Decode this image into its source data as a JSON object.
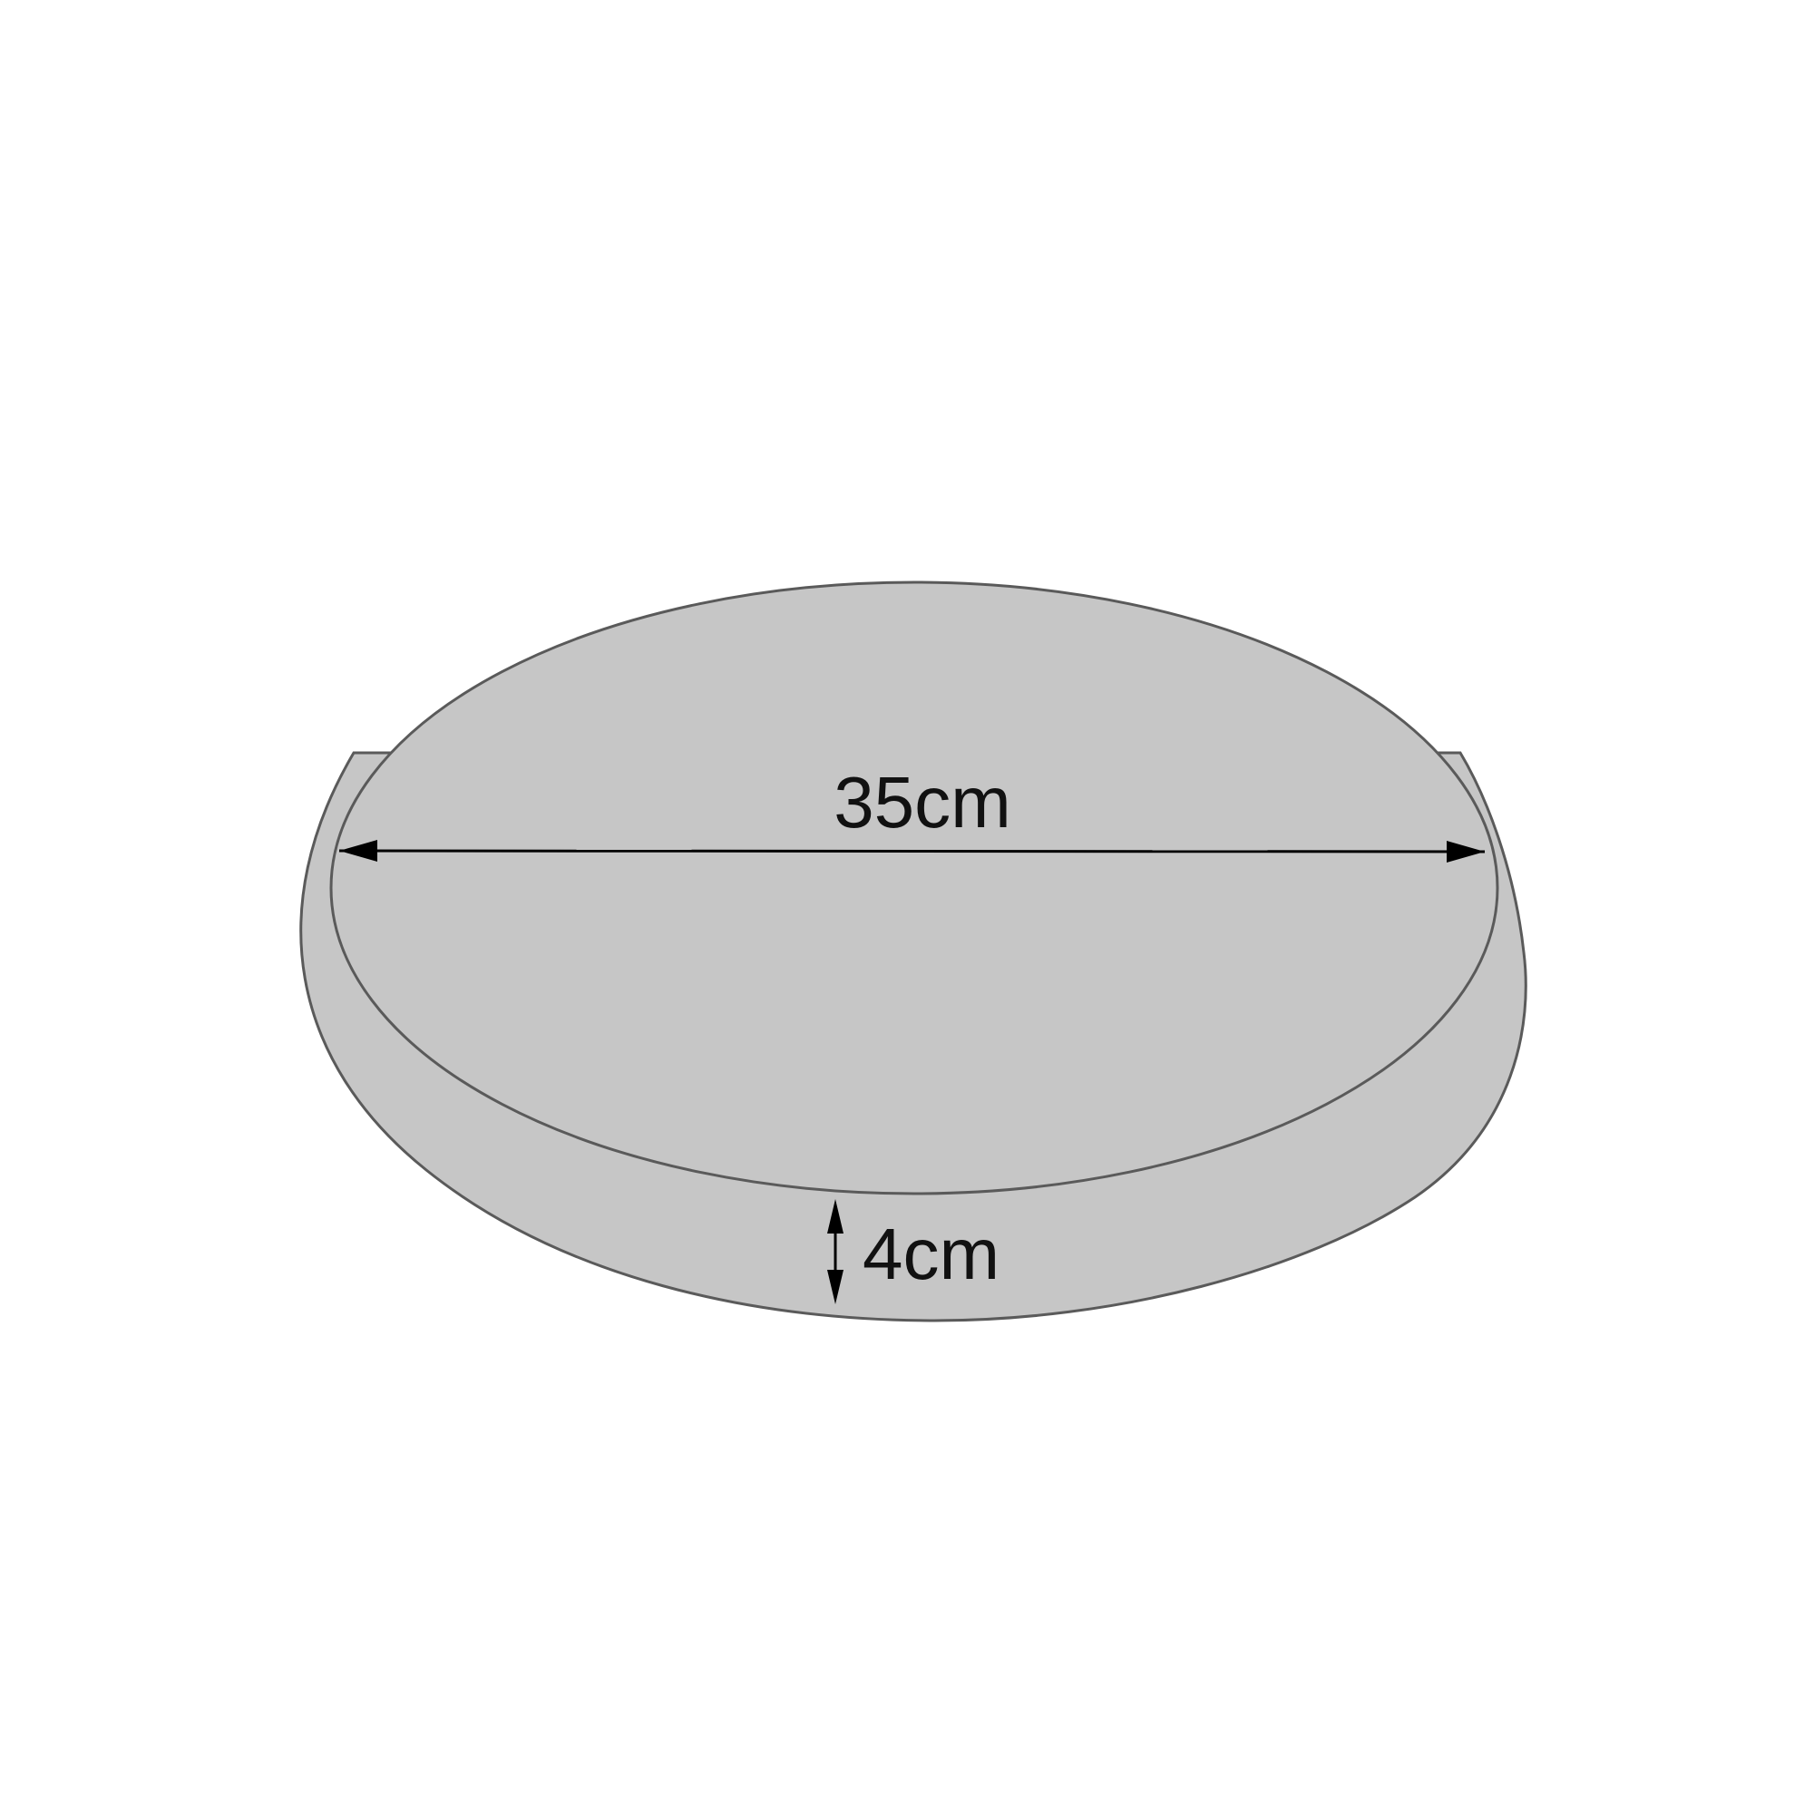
{
  "diagram": {
    "shape": "round cushion",
    "colors": {
      "fill": "#c6c6c6",
      "outline": "#5a5a5a",
      "arrow": "#000000"
    },
    "dimensions": {
      "diameter_label": "35cm",
      "thickness_label": "4cm"
    }
  }
}
